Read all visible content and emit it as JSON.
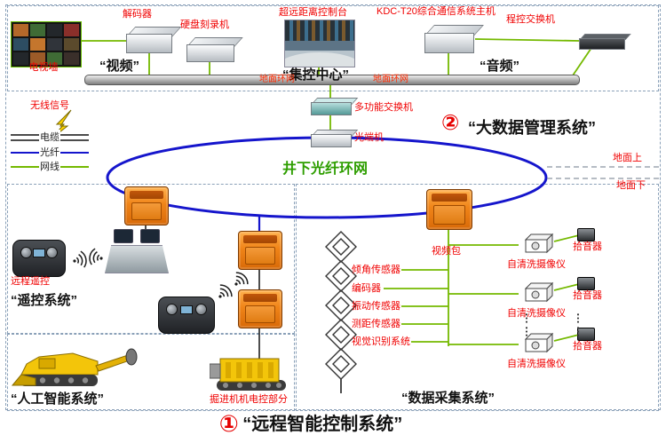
{
  "top": {
    "tv_wall": "电视墙",
    "decoder": "解码器",
    "recorder": "硬盘刻录机",
    "video": "“视频”",
    "console": "超远距离控制台",
    "center": "“集控中心”",
    "host": "KDC-T20综合通信系统主机",
    "pbx": "程控交换机",
    "audio": "“音频”",
    "bus_left": "地面环网",
    "bus_right": "地面环网"
  },
  "legend": {
    "wireless": "无线信号",
    "cable": "电缆",
    "fiber": "光纤",
    "lan": "网线"
  },
  "mid": {
    "switch": "多功能交换机",
    "optical": "光端机",
    "ring": "井下光纤环网",
    "bigdata_num": "②",
    "bigdata": "“大数据管理系统”",
    "ground_above": "地面上",
    "ground_below": "地面下"
  },
  "remote": {
    "remote_ctrl": "远程遥控",
    "system": "“遥控系统”"
  },
  "ai": {
    "system": "“人工智能系统”",
    "machine": "掘进机机电控部分"
  },
  "daq": {
    "system": "“数据采集系统”",
    "video_pack": "视频包",
    "sensors": [
      "倾角传感器",
      "编码器",
      "振动传感器",
      "测距传感器",
      "视觉识别系统"
    ],
    "camera": "自清洗摄像仪",
    "pickup": "拾音器",
    "dots": "……"
  },
  "title": {
    "num": "①",
    "text": "“远程智能控制系统”"
  },
  "colors": {
    "red_label": "#f00000",
    "green_line": "#74b900",
    "fiber_blue": "#1515cc",
    "orange_box": "#f08418",
    "ring_text": "#2e9e00"
  }
}
